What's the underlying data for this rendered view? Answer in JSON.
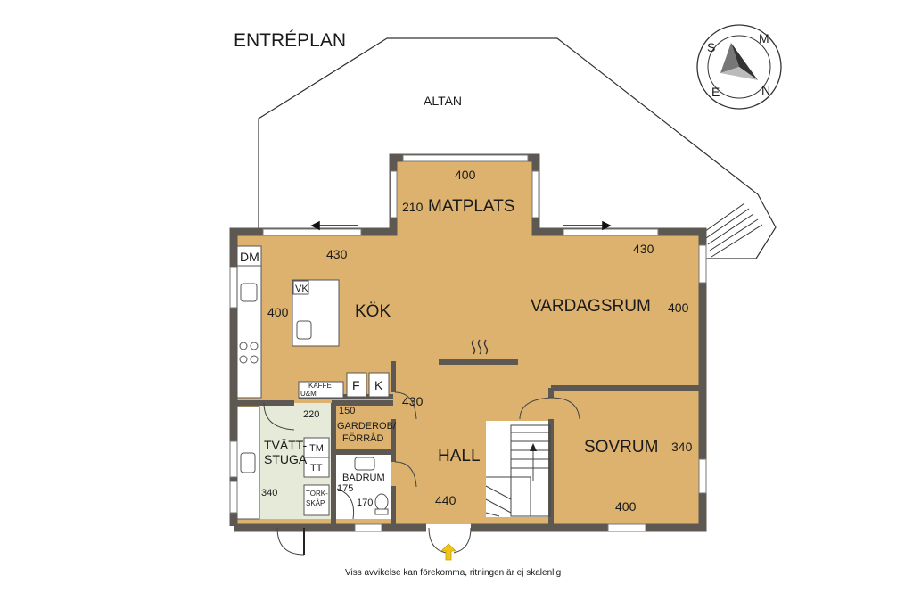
{
  "title": "ENTRÉPLAN",
  "footer_note": "Viss avvikelse kan förekomma, ritningen är ej skalenlig",
  "compass": {
    "letters": [
      "S",
      "M",
      "N",
      "E"
    ]
  },
  "areas": {
    "altan": "ALTAN",
    "matplats": {
      "name": "MATPLATS",
      "dim_w": "400",
      "dim_h": "210"
    },
    "kok": {
      "name": "KÖK",
      "dim_w": "430",
      "dim_h": "400"
    },
    "vardagsrum": {
      "name": "VARDAGSRUM",
      "dim_w": "430",
      "dim_h": "400"
    },
    "hall": {
      "name": "HALL",
      "dim_w": "440",
      "dim_h": "430"
    },
    "sovrum": {
      "name": "SOVRUM",
      "dim_w": "400",
      "dim_h": "340"
    },
    "tvattstuga": {
      "name_line1": "TVÄTT-",
      "name_line2": "STUGA",
      "dim_w": "220",
      "dim_h": "340"
    },
    "garderob": {
      "name_line1": "GARDEROB/",
      "name_line2": "FÖRRÅD",
      "dim": "150"
    },
    "badrum": {
      "name": "BADRUM",
      "dim_w": "170",
      "dim_h": "175"
    }
  },
  "fixtures": {
    "dm": "DM",
    "vk": "VK",
    "f": "F",
    "k": "K",
    "kaffe": "KAFFE",
    "um": "U&M",
    "tm": "TM",
    "tt": "TT",
    "tork_line1": "TORK-",
    "tork_line2": "SKÅP"
  },
  "colors": {
    "floor": "#dcb26e",
    "wall": "#5e5852",
    "utility_floor": "#e6ead8",
    "window": "#ffffff",
    "entrance_arrow": "#f0c419"
  }
}
